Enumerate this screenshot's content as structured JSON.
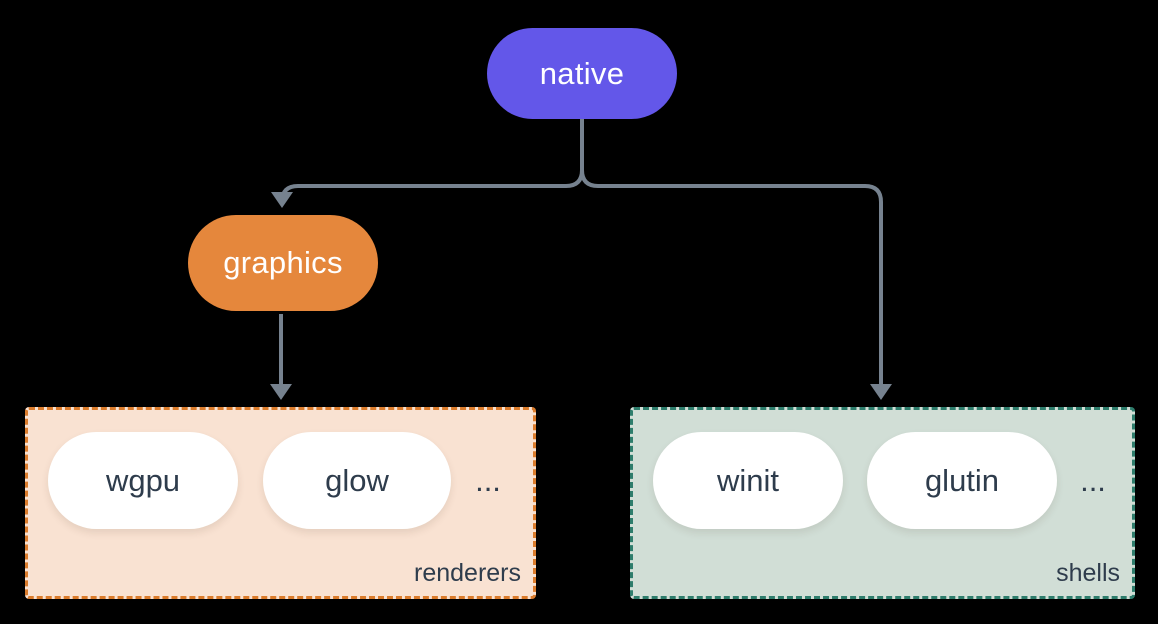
{
  "canvas": {
    "background": "#000000",
    "connector_color": "#76828f"
  },
  "nodes": {
    "native": {
      "label": "native",
      "fill": "#6357e9",
      "text_color": "#ffffff"
    },
    "graphics": {
      "label": "graphics",
      "fill": "#e5873c",
      "text_color": "#ffffff"
    }
  },
  "groups": {
    "renderers": {
      "label": "renderers",
      "fill": "#f9e2d2",
      "border_color": "#db7c2c",
      "item_fill": "#ffffff",
      "text_color": "#2e3c4c",
      "items": [
        "wgpu",
        "glow"
      ],
      "ellipsis": "..."
    },
    "shells": {
      "label": "shells",
      "fill": "#d1ded6",
      "border_color": "#2e7d6c",
      "item_fill": "#ffffff",
      "text_color": "#2e3c4c",
      "items": [
        "winit",
        "glutin"
      ],
      "ellipsis": "..."
    }
  },
  "edges": [
    {
      "from": "native",
      "to": "graphics"
    },
    {
      "from": "native",
      "to": "shells"
    },
    {
      "from": "graphics",
      "to": "renderers"
    }
  ]
}
